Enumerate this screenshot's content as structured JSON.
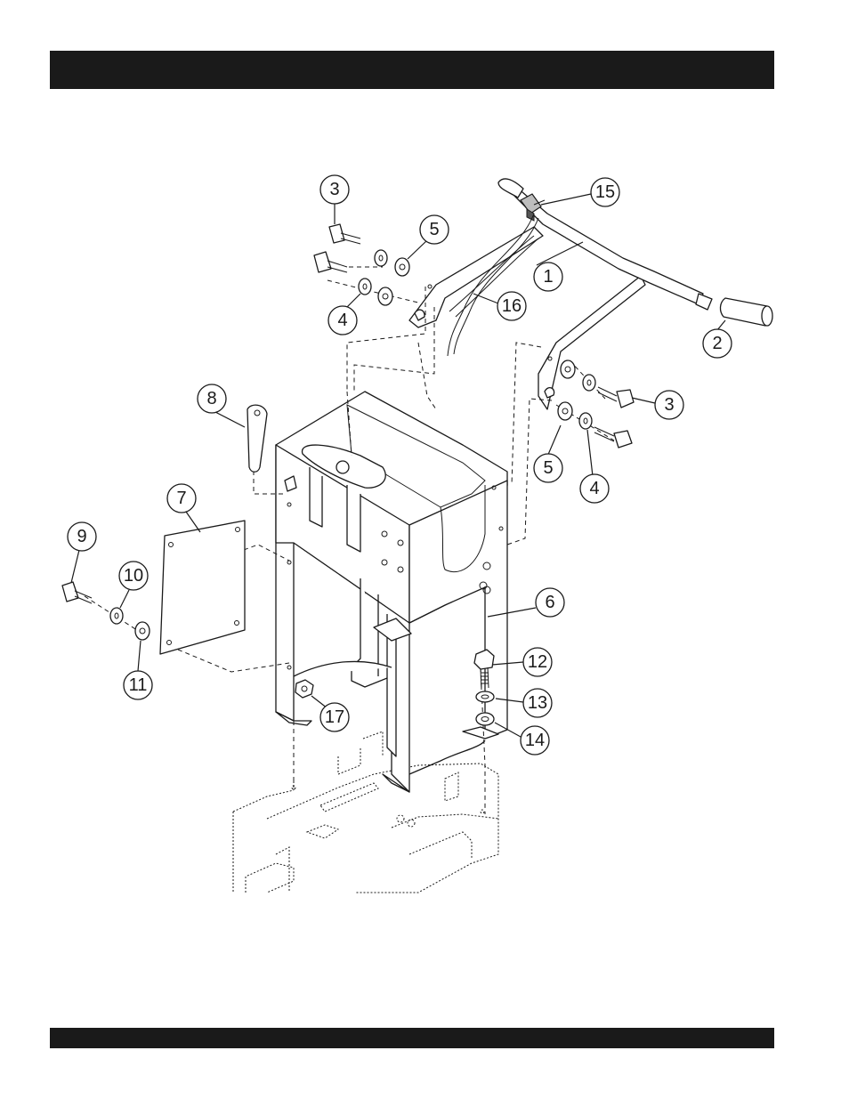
{
  "callouts": [
    {
      "id": "c1",
      "label": "1"
    },
    {
      "id": "c2",
      "label": "2"
    },
    {
      "id": "c3a",
      "label": "3"
    },
    {
      "id": "c3b",
      "label": "3"
    },
    {
      "id": "c4a",
      "label": "4"
    },
    {
      "id": "c4b",
      "label": "4"
    },
    {
      "id": "c5a",
      "label": "5"
    },
    {
      "id": "c5b",
      "label": "5"
    },
    {
      "id": "c6",
      "label": "6"
    },
    {
      "id": "c7",
      "label": "7"
    },
    {
      "id": "c8",
      "label": "8"
    },
    {
      "id": "c9",
      "label": "9"
    },
    {
      "id": "c10",
      "label": "10"
    },
    {
      "id": "c11",
      "label": "11"
    },
    {
      "id": "c12",
      "label": "12"
    },
    {
      "id": "c13",
      "label": "13"
    },
    {
      "id": "c14",
      "label": "14"
    },
    {
      "id": "c15",
      "label": "15"
    },
    {
      "id": "c16",
      "label": "16"
    },
    {
      "id": "c17",
      "label": "17"
    }
  ],
  "colors": {
    "bar": "#1a1a1a",
    "line": "#1a1a1a",
    "background": "#ffffff"
  }
}
